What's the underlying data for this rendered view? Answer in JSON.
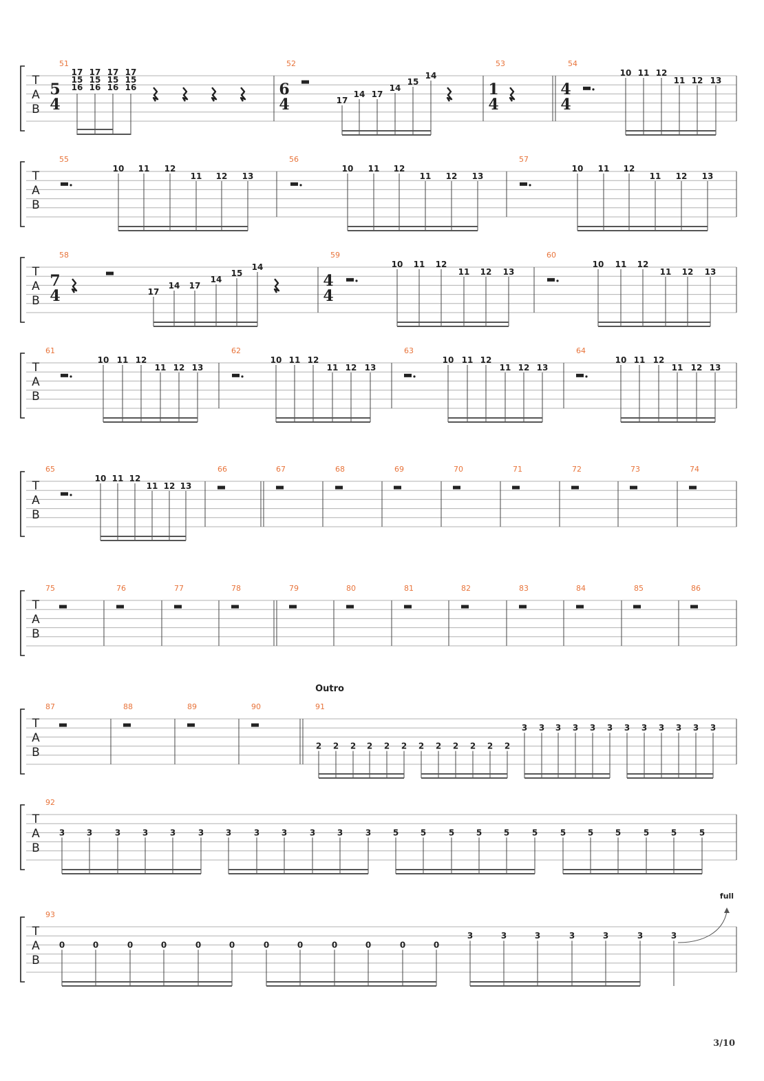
{
  "page": {
    "number": "3/10"
  },
  "clef": [
    "T",
    "A",
    "B"
  ],
  "systems": [
    {
      "measures": [
        {
          "num": "51",
          "tsig": [
            "5",
            "4"
          ],
          "chords": [
            [
              "17",
              "15",
              "16"
            ],
            [
              "17",
              "15",
              "16"
            ],
            [
              "17",
              "15",
              "16"
            ],
            [
              "17",
              "15",
              "16"
            ]
          ],
          "rests": 4
        },
        {
          "num": "52",
          "tsig": [
            "6",
            "4"
          ],
          "notes": [
            [
              "17",
              "14",
              "17",
              "14",
              "15",
              "14"
            ]
          ],
          "rests": 2
        },
        {
          "num": "53",
          "tsig": [
            "1",
            "4"
          ],
          "rests": 1
        },
        {
          "num": "54",
          "tsig": [
            "4",
            "4"
          ],
          "notes": [
            [
              "10",
              "11",
              "12",
              "11",
              "12",
              "13"
            ]
          ],
          "rests": 1
        }
      ]
    },
    {
      "measures": [
        {
          "num": "55",
          "notes": [
            [
              "10",
              "11",
              "12",
              "11",
              "12",
              "13"
            ]
          ],
          "rests": 1
        },
        {
          "num": "56",
          "notes": [
            [
              "10",
              "11",
              "12",
              "11",
              "12",
              "13"
            ]
          ],
          "rests": 1
        },
        {
          "num": "57",
          "notes": [
            [
              "10",
              "11",
              "12",
              "11",
              "12",
              "13"
            ]
          ],
          "rests": 1
        }
      ]
    },
    {
      "measures": [
        {
          "num": "58",
          "tsig": [
            "7",
            "4"
          ],
          "notes": [
            [
              "17",
              "14",
              "17",
              "14",
              "15",
              "14"
            ]
          ],
          "rests": 3
        },
        {
          "num": "59",
          "tsig": [
            "4",
            "4"
          ],
          "notes": [
            [
              "10",
              "11",
              "12",
              "11",
              "12",
              "13"
            ]
          ],
          "rests": 1
        },
        {
          "num": "60",
          "notes": [
            [
              "10",
              "11",
              "12",
              "11",
              "12",
              "13"
            ]
          ],
          "rests": 1
        }
      ]
    },
    {
      "measures": [
        {
          "num": "61",
          "notes": [
            [
              "10",
              "11",
              "12",
              "11",
              "12",
              "13"
            ]
          ],
          "rests": 1
        },
        {
          "num": "62",
          "notes": [
            [
              "10",
              "11",
              "12",
              "11",
              "12",
              "13"
            ]
          ],
          "rests": 1
        },
        {
          "num": "63",
          "notes": [
            [
              "10",
              "11",
              "12",
              "11",
              "12",
              "13"
            ]
          ],
          "rests": 1
        },
        {
          "num": "64",
          "notes": [
            [
              "10",
              "11",
              "12",
              "11",
              "12",
              "13"
            ]
          ],
          "rests": 1
        }
      ]
    },
    {
      "measures": [
        {
          "num": "65",
          "notes": [
            [
              "10",
              "11",
              "12",
              "11",
              "12",
              "13"
            ]
          ],
          "rests": 1
        },
        {
          "num": "66",
          "rests": 1
        },
        {
          "num": "67",
          "rests": 1
        },
        {
          "num": "68",
          "rests": 1
        },
        {
          "num": "69",
          "rests": 1
        },
        {
          "num": "70",
          "rests": 1
        },
        {
          "num": "71",
          "rests": 1
        },
        {
          "num": "72",
          "rests": 1
        },
        {
          "num": "73",
          "rests": 1
        },
        {
          "num": "74",
          "rests": 1
        }
      ]
    },
    {
      "measures": [
        {
          "num": "75",
          "rests": 1
        },
        {
          "num": "76",
          "rests": 1
        },
        {
          "num": "77",
          "rests": 1
        },
        {
          "num": "78",
          "rests": 1
        },
        {
          "num": "79",
          "rests": 1
        },
        {
          "num": "80",
          "rests": 1
        },
        {
          "num": "81",
          "rests": 1
        },
        {
          "num": "82",
          "rests": 1
        },
        {
          "num": "83",
          "rests": 1
        },
        {
          "num": "84",
          "rests": 1
        },
        {
          "num": "85",
          "rests": 1
        },
        {
          "num": "86",
          "rests": 1
        }
      ]
    },
    {
      "section": "Outro",
      "measures": [
        {
          "num": "87",
          "rests": 1
        },
        {
          "num": "88",
          "rests": 1
        },
        {
          "num": "89",
          "rests": 1
        },
        {
          "num": "90",
          "rests": 1
        },
        {
          "num": "91",
          "notes": [
            [
              "2",
              "2",
              "2",
              "2",
              "2",
              "2"
            ],
            [
              "2",
              "2",
              "2",
              "2",
              "2",
              "2"
            ],
            [
              "3",
              "3",
              "3",
              "3",
              "3",
              "3"
            ],
            [
              "3",
              "3",
              "3",
              "3",
              "3",
              "3"
            ]
          ]
        }
      ]
    },
    {
      "measures": [
        {
          "num": "92",
          "notes": [
            [
              "3",
              "3",
              "3",
              "3",
              "3",
              "3"
            ],
            [
              "3",
              "3",
              "3",
              "3",
              "3",
              "3"
            ],
            [
              "5",
              "5",
              "5",
              "5",
              "5",
              "5"
            ],
            [
              "5",
              "5",
              "5",
              "5",
              "5",
              "5"
            ]
          ]
        }
      ]
    },
    {
      "measures": [
        {
          "num": "93",
          "notes": [
            [
              "0",
              "0",
              "0",
              "0",
              "0",
              "0"
            ],
            [
              "0",
              "0",
              "0",
              "0",
              "0",
              "0"
            ],
            [
              "3",
              "3",
              "3",
              "3",
              "3",
              "3"
            ],
            [
              "3"
            ]
          ],
          "bend": "full"
        }
      ]
    }
  ]
}
